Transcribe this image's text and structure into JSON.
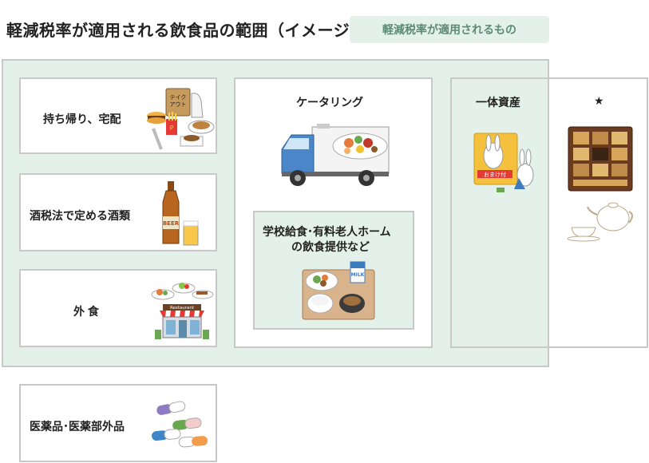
{
  "title": "軽減税率が適用される飲食品の範囲（イメージ）",
  "legend": {
    "label": "軽減税率が適用されるもの",
    "color": "#e3f1ea"
  },
  "colors": {
    "green_fill": "#e3f1ea",
    "border": "#c8c8c8",
    "text_muted": "#5c8b74"
  },
  "boxes": {
    "takeout": {
      "label": "持ち帰り、宅配"
    },
    "liquor": {
      "label": "酒税法で定める酒類"
    },
    "dining": {
      "label": "外 食"
    },
    "catering": {
      "label": "ケータリング"
    },
    "school": {
      "line1": "学校給食･有料老人ホーム",
      "line2": "の飲食提供など"
    },
    "bundle": {
      "label": "一体資産"
    },
    "star": {
      "label": "★"
    },
    "medicine": {
      "label": "医薬品･医薬部外品"
    }
  },
  "illustration_text": {
    "takeout_bag": "テイク\nアウト",
    "beer": "BEER",
    "restaurant": "Restaurant",
    "milk": "MILK",
    "omake": "おまけ付"
  }
}
